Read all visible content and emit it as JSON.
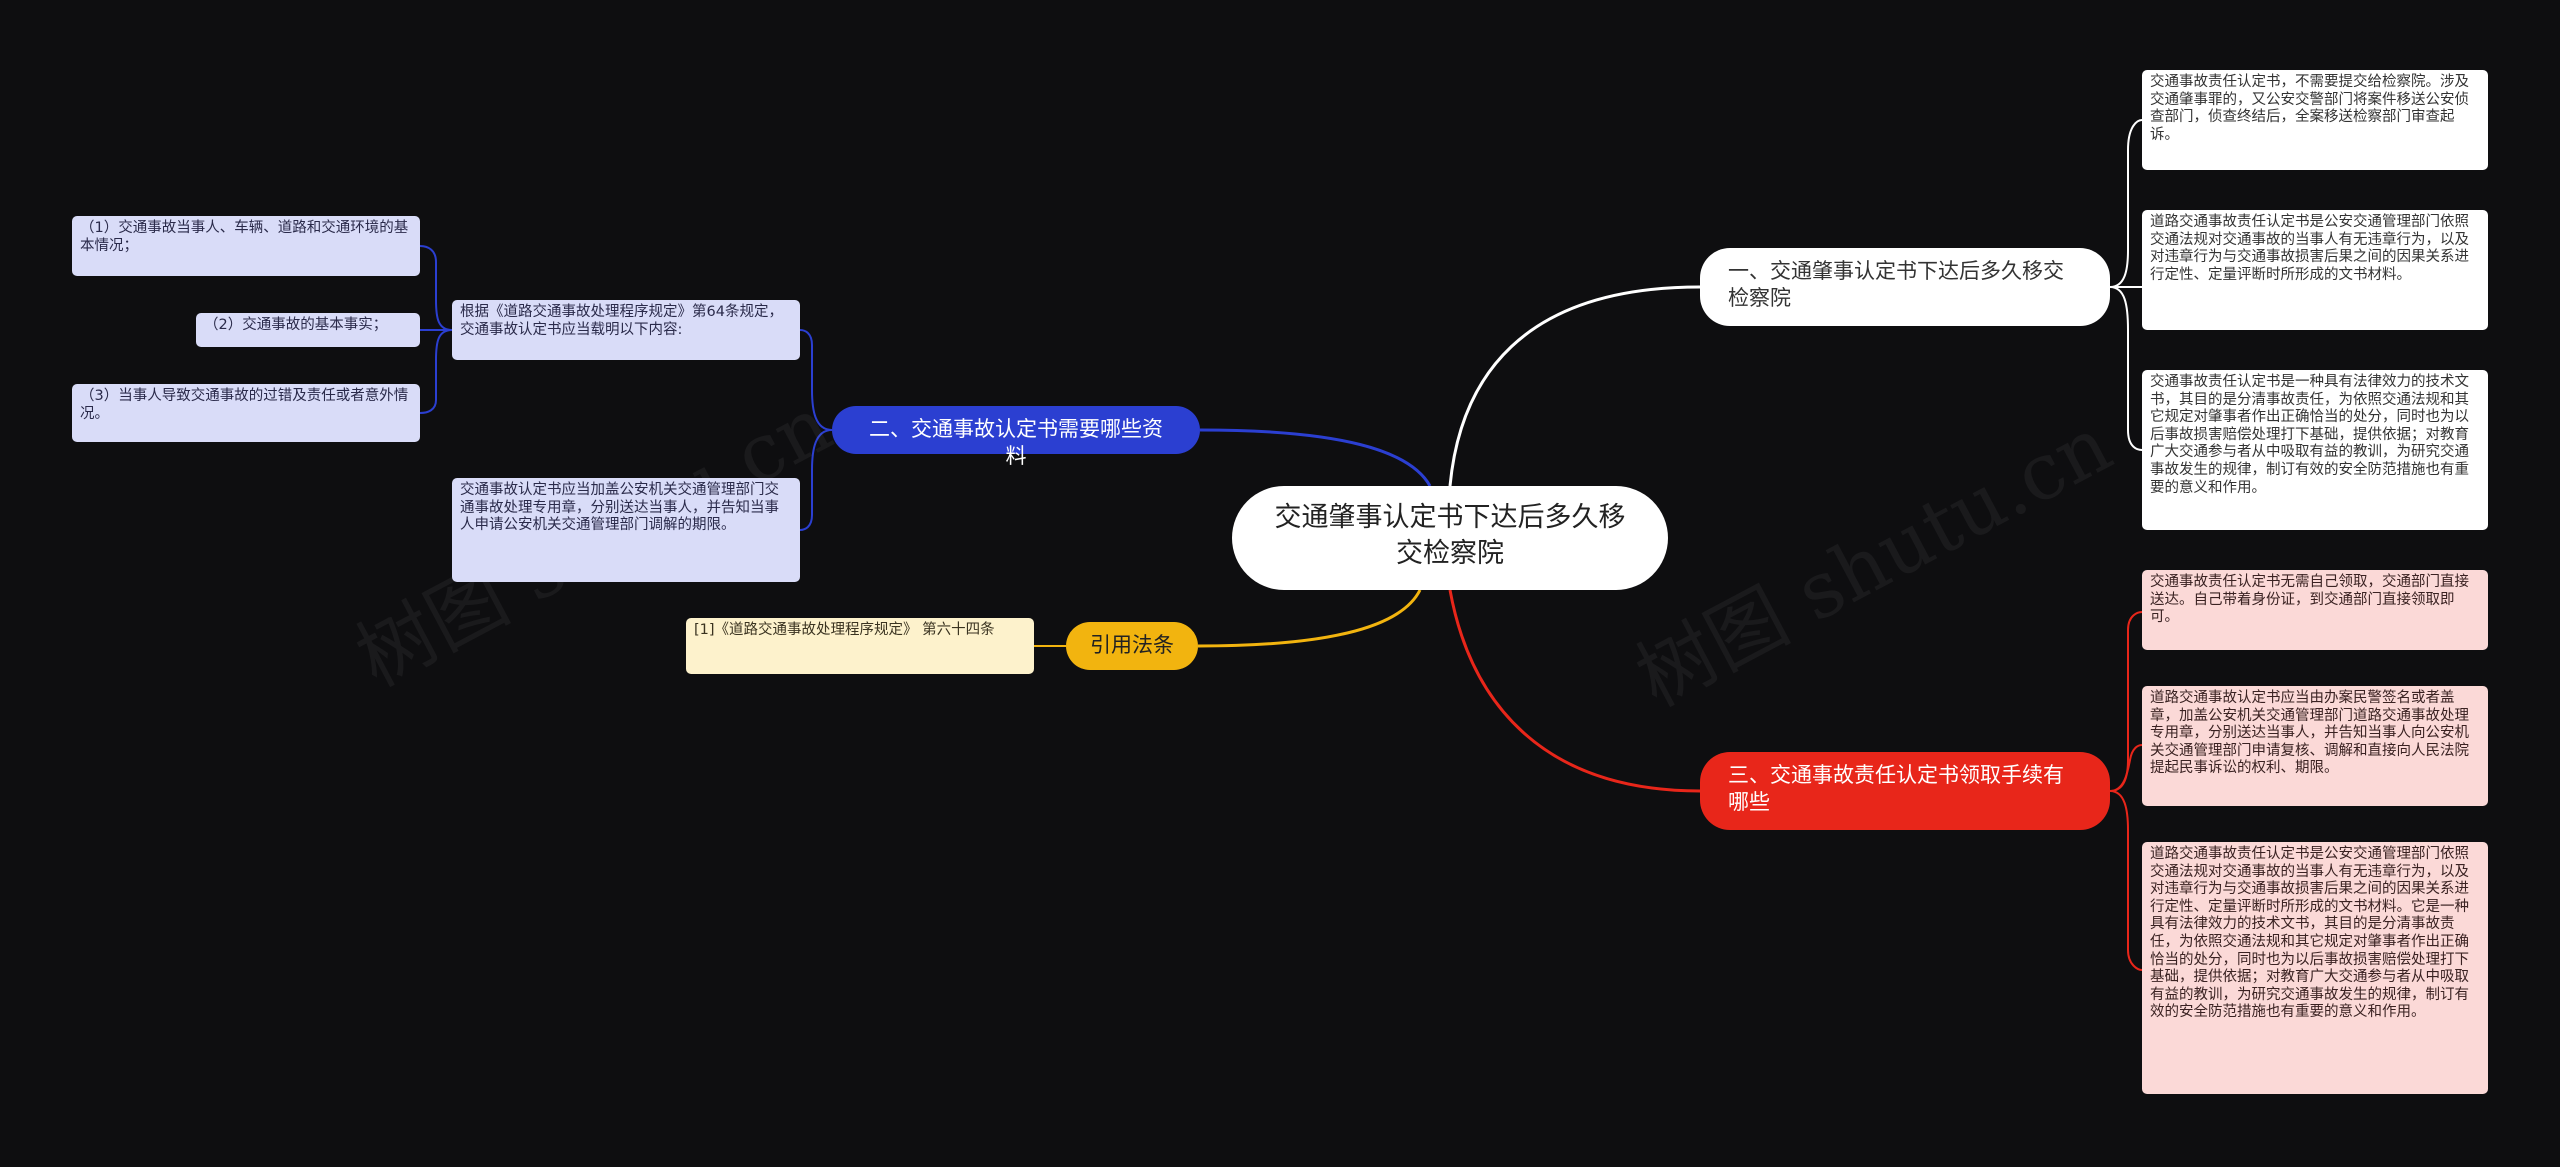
{
  "root": {
    "label": "交通肇事认定书下达后多久移交检察院"
  },
  "branches": {
    "b1": {
      "label": "一、交通肇事认定书下达后多久移交检察院",
      "color": "#ffffff",
      "leaves": [
        "交通事故责任认定书，不需要提交给检察院。涉及交通肇事罪的，又公安交警部门将案件移送公安侦查部门，侦查终结后，全案移送检察部门审查起诉。",
        "道路交通事故责任认定书是公安交通管理部门依照交通法规对交通事故的当事人有无违章行为，以及对违章行为与交通事故损害后果之间的因果关系进行定性、定量评断时所形成的文书材料。",
        "交通事故责任认定书是一种具有法律效力的技术文书，其目的是分清事故责任，为依照交通法规和其它规定对肇事者作出正确恰当的处分，同时也为以后事故损害赔偿处理打下基础，提供依据；对教育广大交通参与者从中吸取有益的教训，为研究交通事故发生的规律，制订有效的安全防范措施也有重要的意义和作用。"
      ]
    },
    "b2": {
      "label": "二、交通事故认定书需要哪些资料",
      "color": "#2b3fd1",
      "leaves": [
        "根据《道路交通事故处理程序规定》第64条规定，交通事故认定书应当载明以下内容:",
        "交通事故认定书应当加盖公安机关交通管理部门交通事故处理专用章，分别送达当事人，并告知当事人申请公安机关交通管理部门调解的期限。"
      ],
      "subleaves": [
        "（1）交通事故当事人、车辆、道路和交通环境的基本情况；",
        "（2）交通事故的基本事实；",
        "（3）当事人导致交通事故的过错及责任或者意外情况。"
      ]
    },
    "b3": {
      "label": "三、交通事故责任认定书领取手续有哪些",
      "color": "#e8261a",
      "leaves": [
        "交通事故责任认定书无需自己领取，交通部门直接送达。自己带着身份证，到交通部门直接领取即可。",
        "道路交通事故认定书应当由办案民警签名或者盖章，加盖公安机关交通管理部门道路交通事故处理专用章，分别送达当事人，并告知当事人向公安机关交通管理部门申请复核、调解和直接向人民法院提起民事诉讼的权利、期限。",
        "道路交通事故责任认定书是公安交通管理部门依照交通法规对交通事故的当事人有无违章行为，以及对违章行为与交通事故损害后果之间的因果关系进行定性、定量评断时所形成的文书材料。它是一种具有法律效力的技术文书，其目的是分清事故责任，为依照交通法规和其它规定对肇事者作出正确恰当的处分，同时也为以后事故损害赔偿处理打下基础，提供依据；对教育广大交通参与者从中吸取有益的教训，为研究交通事故发生的规律，制订有效的安全防范措施也有重要的意义和作用。"
      ]
    },
    "b4": {
      "label": "引用法条",
      "color": "#f2b40f",
      "leaves": [
        "[1]《道路交通事故处理程序规定》 第六十四条"
      ]
    }
  },
  "watermark": {
    "left": "树图 shutu.cn",
    "right": "树图 shutu.cn"
  }
}
